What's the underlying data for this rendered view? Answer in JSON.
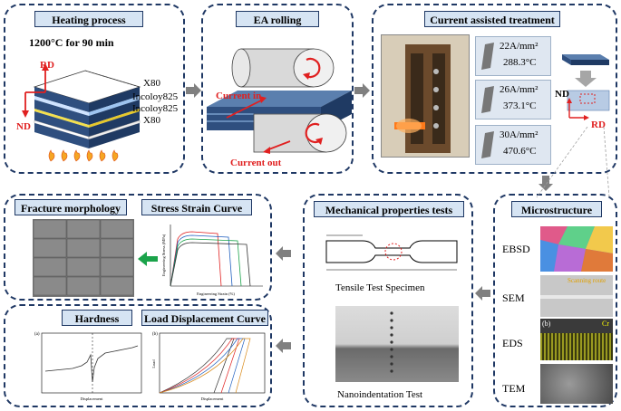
{
  "heating": {
    "title": "Heating process",
    "condition": "1200°C for 90 min",
    "rd": "RD",
    "nd": "ND",
    "layers": [
      "X80",
      "Incoloy825",
      "Incoloy825",
      "X80"
    ]
  },
  "rolling": {
    "title": "EA rolling",
    "current_in": "Current in",
    "current_out": "Current out"
  },
  "cat": {
    "title": "Current assisted treatment",
    "conditions": [
      {
        "density": "22A/mm²",
        "temp": "288.3°C"
      },
      {
        "density": "26A/mm²",
        "temp": "373.1°C"
      },
      {
        "density": "30A/mm²",
        "temp": "470.6°C"
      }
    ],
    "nd": "ND",
    "rd": "RD"
  },
  "micro": {
    "title": "Microstructure",
    "labels": [
      "EBSD",
      "SEM",
      "EDS",
      "TEM"
    ],
    "sem_note": "Scanning route",
    "eds_tag": "(b)",
    "eds_element": "Cr"
  },
  "mech": {
    "title": "Mechanical properties tests",
    "tensile_caption": "Tensile Test Specimen",
    "nano_caption": "Nanoindentation Test"
  },
  "fracture": {
    "title": "Fracture morphology",
    "ss_title": "Stress Strain Curve",
    "ss_xlabel": "Engineering Strain (%)",
    "ss_ylabel": "Engineering Stress (MPa)"
  },
  "hardness": {
    "title": "Hardness",
    "ld_title": "Load Displacement Curve",
    "h_tag": "(a)",
    "ld_tag": "(b)",
    "h_xlabel": "Displacement",
    "ld_xlabel": "Displacement",
    "ld_ylabel": "Load"
  },
  "colors": {
    "border": "#1f3864",
    "title_bg": "#d6e4f3",
    "arrow": "#808080",
    "red": "#e02020",
    "green": "#1aa34a"
  }
}
